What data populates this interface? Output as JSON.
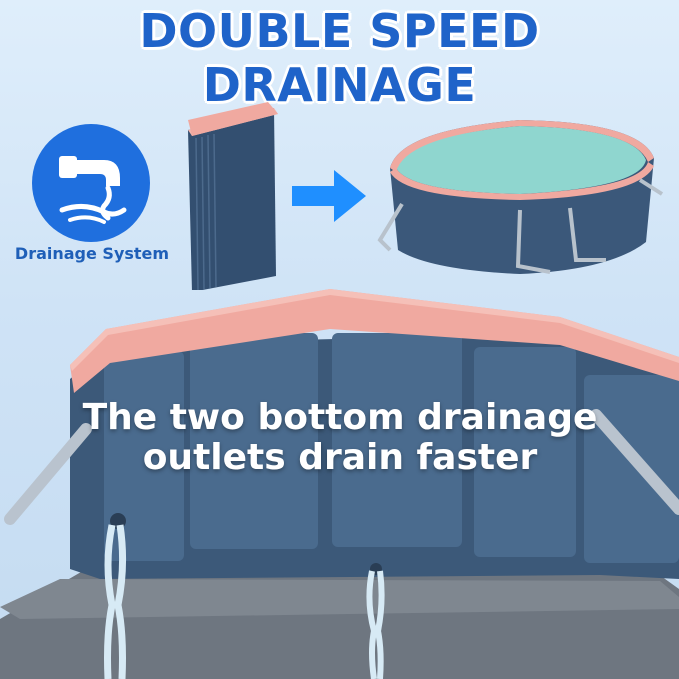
{
  "headline": "DOUBLE SPEED DRAINAGE",
  "badge": {
    "label": "Drainage System",
    "icon": "faucet-icon"
  },
  "overlay": {
    "line1": "The two bottom drainage",
    "line2": "outlets drain faster"
  },
  "colors": {
    "headline": "#1f63c9",
    "badge": "#1f6fde",
    "pool_wall": "#3d5a7a",
    "pool_rim": "#f0a9a0",
    "pool_liner": "#8fd6cf"
  }
}
